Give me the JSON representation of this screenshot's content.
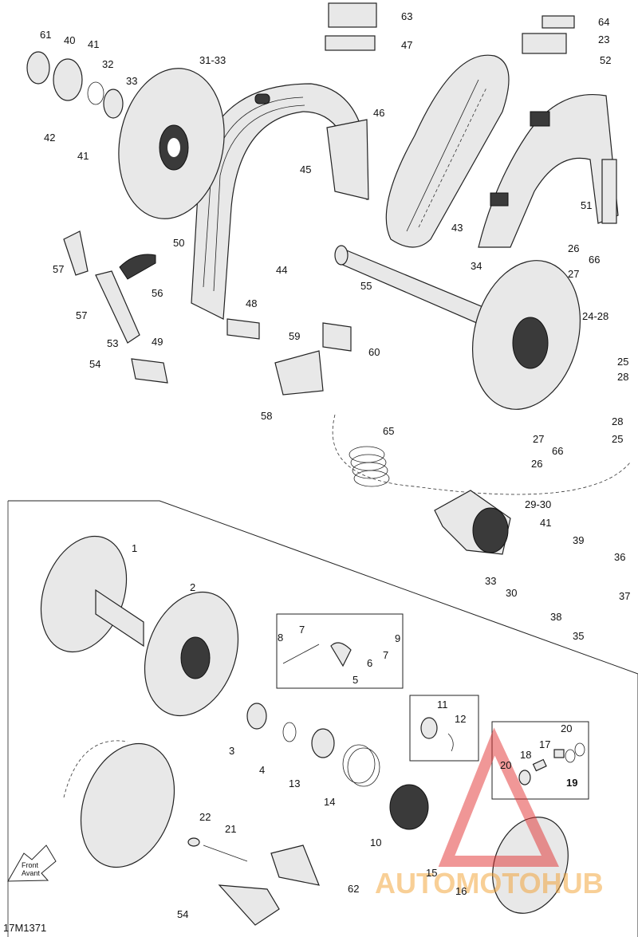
{
  "diagram_id": "17M1371",
  "watermark": "AUTOMOTOHUB",
  "front_marker": [
    "Front",
    "Avant"
  ],
  "labels": {
    "l61": "61",
    "l40": "40",
    "l41a": "41",
    "l32": "32",
    "l33a": "33",
    "l42": "42",
    "l41b": "41",
    "l3133": "31-33",
    "l63": "63",
    "l47": "47",
    "l64": "64",
    "l23": "23",
    "l52": "52",
    "l46": "46",
    "l45": "45",
    "l43": "43",
    "l51": "51",
    "l44": "44",
    "l26a": "26",
    "l66a": "66",
    "l27a": "27",
    "l34": "34",
    "l2428": "24-28",
    "l50": "50",
    "l57a": "57",
    "l56": "56",
    "l57b": "57",
    "l48": "48",
    "l55": "55",
    "l49": "49",
    "l53": "53",
    "l59": "59",
    "l60": "60",
    "l54a": "54",
    "l25a": "25",
    "l28a": "28",
    "l58": "58",
    "l28b": "28",
    "l25b": "25",
    "l65": "65",
    "l27b": "27",
    "l66b": "66",
    "l26b": "26",
    "l2930": "29-30",
    "l41c": "41",
    "l39": "39",
    "l36": "36",
    "l1": "1",
    "l2": "2",
    "l7a": "7",
    "l9": "9",
    "l8": "8",
    "l6": "6",
    "l7b": "7",
    "l5": "5",
    "l33b": "33",
    "l30": "30",
    "l37": "37",
    "l38": "38",
    "l35": "35",
    "l11": "11",
    "l12": "12",
    "l20a": "20",
    "l17": "17",
    "l18": "18",
    "l20b": "20",
    "l19": "19",
    "l3": "3",
    "l4": "4",
    "l13": "13",
    "l14": "14",
    "l10": "10",
    "l22": "22",
    "l21": "21",
    "l15": "15",
    "l16": "16",
    "l62": "62",
    "l54b": "54"
  }
}
